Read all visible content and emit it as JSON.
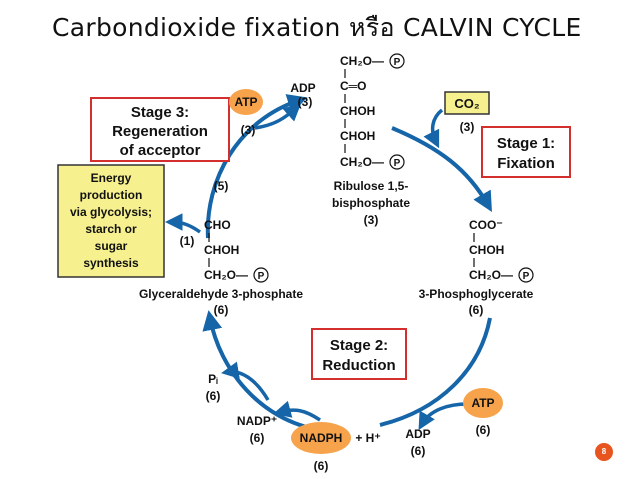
{
  "slide": {
    "title": "Carbondioxide fixation หรือ CALVIN CYCLE",
    "page_number": "8"
  },
  "colors": {
    "arrow": "#1565a8",
    "atp_fill": "#f7a34b",
    "stage_border": "#d32f2f",
    "energy_fill": "#f6f08e",
    "co2_fill": "#f6f08e"
  },
  "stages": {
    "stage1": [
      "Stage 1:",
      "Fixation"
    ],
    "stage2": [
      "Stage 2:",
      "Reduction"
    ],
    "stage3": [
      "Stage 3:",
      "Regeneration",
      "of acceptor"
    ]
  },
  "energy_box": [
    "Energy",
    "production",
    "via glycolysis;",
    "starch or",
    "sugar",
    "synthesis"
  ],
  "ribulose": {
    "rows": [
      "CH₂O—",
      "C═O",
      "CHOH",
      "CHOH",
      "CH₂O—"
    ],
    "label": [
      "Ribulose 1,5-",
      "bisphosphate"
    ],
    "count": "(3)"
  },
  "phosphoglycerate": {
    "rows": [
      "COO⁻",
      "CHOH",
      "CH₂O—"
    ],
    "label": "3-Phosphoglycerate",
    "count": "(6)"
  },
  "glyceraldehyde": {
    "rows": [
      "CHO",
      "CHOH",
      "CH₂O—"
    ],
    "label": "Glyceraldehyde 3-phosphate",
    "count": "(6)"
  },
  "phosphate_symbol": "P",
  "co2": {
    "label": "CO₂",
    "count": "(3)"
  },
  "top": {
    "atp": "ATP",
    "atp_count": "(3)",
    "adp": "ADP",
    "adp_count": "(3)"
  },
  "branch": {
    "count5": "(5)",
    "count1": "(1)"
  },
  "bottom": {
    "pi": "Pᵢ",
    "pi_count": "(6)",
    "nadp": "NADP⁺",
    "nadp_count": "(6)",
    "nadph": "NADPH",
    "h_plus": "+ H⁺",
    "nadph_count": "(6)",
    "adp": "ADP",
    "adp_count": "(6)",
    "atp": "ATP",
    "atp_count": "(6)"
  }
}
